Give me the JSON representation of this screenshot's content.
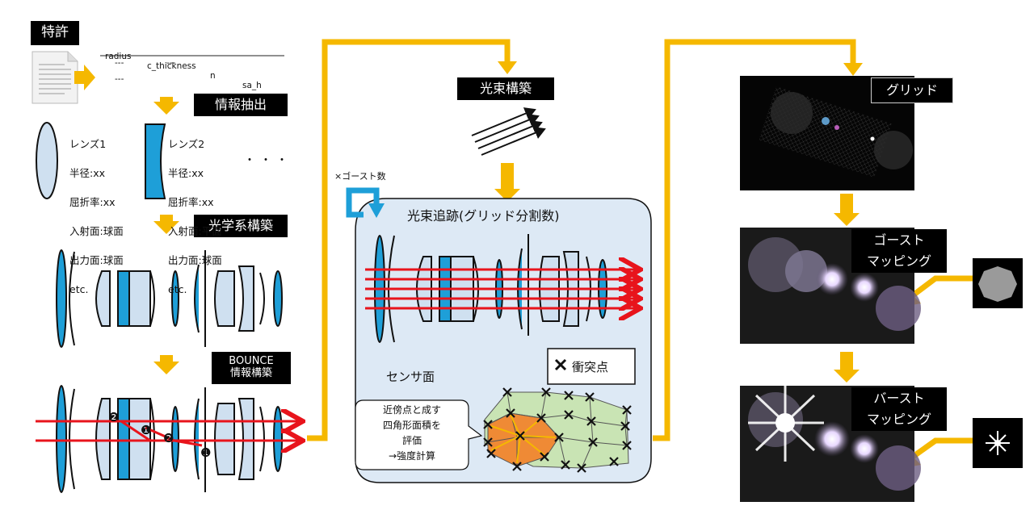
{
  "patent_label": "特許",
  "table_headers": [
    "radius",
    "c_thickness",
    "n",
    "sa_h"
  ],
  "table_cells": [
    "---",
    "---",
    "---"
  ],
  "steps": {
    "extract": "情報抽出",
    "optics": "光学系構築",
    "bounce": "BOUNCE\n情報構築",
    "beam_build": "光束構築",
    "trace": "光束追跡(グリッド分割数)",
    "ghost_count": "×ゴースト数",
    "sensor": "センサ面",
    "collision": "衝突点",
    "grid": "グリッド",
    "ghost_mapping": "ゴースト\nマッピング",
    "burst_mapping": "バースト\nマッピング"
  },
  "lens1": [
    "レンズ1",
    "半径:xx",
    "屈折率:xx",
    "入射面:球面",
    "出力面:球面",
    "etc."
  ],
  "lens2": [
    "レンズ2",
    "半径:xx",
    "屈折率:xx",
    "入射面:平面",
    "出力面:球面",
    "etc."
  ],
  "ellipsis": "・・・",
  "callout": "近傍点と成す\n四角形面積を\n評価\n→強度計算",
  "markers": [
    "❷",
    "❶",
    "❷",
    "❶"
  ],
  "colors": {
    "lens": "#1e9fd8",
    "lens_light": "#cfe0f0",
    "arrow": "#f5b800",
    "beam": "#e8141c",
    "panel": "#dde9f5",
    "loop": "#1e9fd8"
  }
}
